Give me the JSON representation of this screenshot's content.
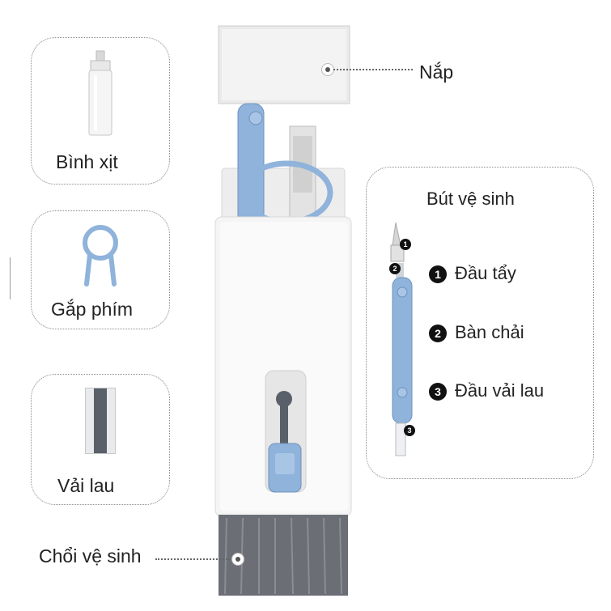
{
  "labels": {
    "lid": "Nắp",
    "spray": "Bình xịt",
    "keycap_puller": "Gắp phím",
    "cloth": "Vải lau",
    "brush": "Chổi vệ sinh"
  },
  "pen_panel": {
    "title": "Bút vệ sinh",
    "items": [
      {
        "num": "1",
        "label": "Đầu tẩy"
      },
      {
        "num": "2",
        "label": "Bàn chải"
      },
      {
        "num": "3",
        "label": "Đầu vải lau"
      }
    ]
  },
  "colors": {
    "accent_blue": "#8fb3da",
    "body_white": "#f4f4f4",
    "brush_gray": "#6b6f75"
  }
}
